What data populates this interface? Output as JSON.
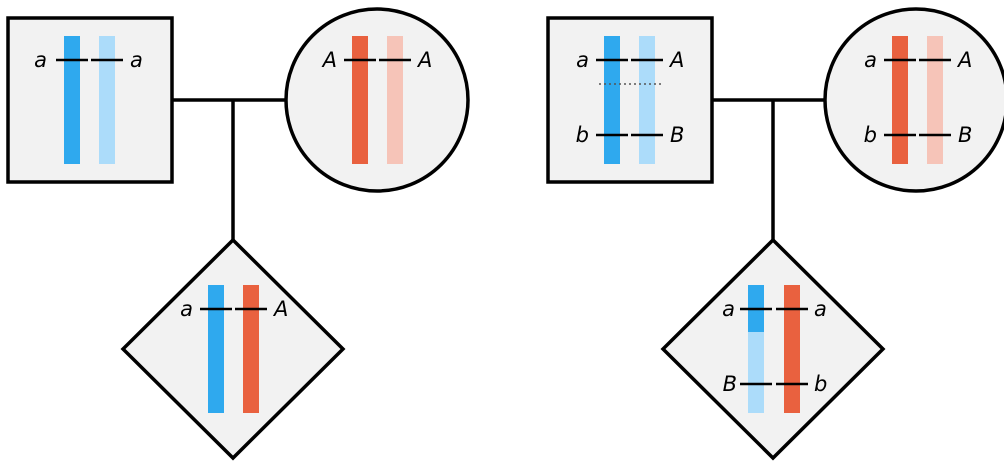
{
  "colors": {
    "blue": "#2fa9ee",
    "light_blue": "#acdcfa",
    "red": "#e9613f",
    "light_red": "#f6c4b8",
    "fill": "#f2f2f2",
    "outline": "#000000"
  },
  "left_pedigree": {
    "father": {
      "left_allele": "a",
      "right_allele": "a"
    },
    "mother": {
      "left_allele": "A",
      "right_allele": "A"
    },
    "child": {
      "left_allele": "a",
      "right_allele": "A"
    }
  },
  "right_pedigree": {
    "father": {
      "left_allele_1": "a",
      "right_allele_1": "A",
      "left_allele_2": "b",
      "right_allele_2": "B"
    },
    "mother": {
      "left_allele_1": "a",
      "right_allele_1": "A",
      "left_allele_2": "b",
      "right_allele_2": "B"
    },
    "child": {
      "left_allele_1": "a",
      "right_allele_1": "a",
      "left_allele_2": "B",
      "right_allele_2": "b"
    }
  }
}
